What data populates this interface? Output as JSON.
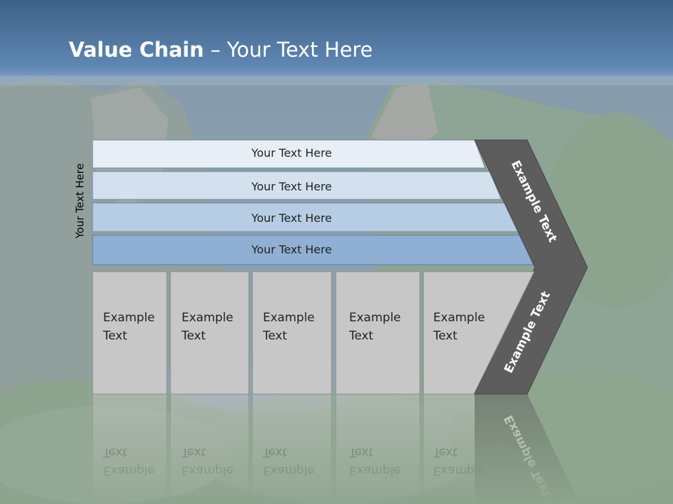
{
  "title": {
    "bold": "Value Chain",
    "rest": " – Your Text Here"
  },
  "side_label": "Your Text Here",
  "bars": [
    {
      "label": "Your Text Here",
      "color": "#e8eef6"
    },
    {
      "label": "Your Text Here",
      "color": "#d3e0ee"
    },
    {
      "label": "Your Text Here",
      "color": "#b7cde3"
    },
    {
      "label": "Your Text Here",
      "color": "#8fb0d4"
    }
  ],
  "chevron": {
    "top_label": "Example Text",
    "bottom_label": "Example Text",
    "color": "#5d5d5d"
  },
  "boxes": [
    {
      "line1": "Example",
      "line2": "Text"
    },
    {
      "line1": "Example",
      "line2": "Text"
    },
    {
      "line1": "Example",
      "line2": "Text"
    },
    {
      "line1": "Example",
      "line2": "Text"
    },
    {
      "line1": "Example",
      "line2": "Text"
    }
  ],
  "colors": {
    "header": "#4a6e96",
    "box_fill": "#c7c7c7",
    "box_stroke": "#8a8a8a"
  }
}
